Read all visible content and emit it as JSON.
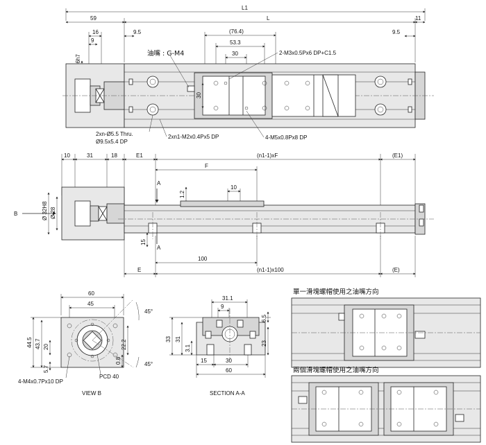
{
  "top_view": {
    "dims": {
      "L1": "L1",
      "L": "L",
      "d59": "59",
      "d11": "11",
      "d16": "16",
      "d9": "9",
      "d9_5_left": "9.5",
      "d9_5_right": "9.5",
      "d76_4": "(76.4)",
      "d53_3": "53.3",
      "d30_h": "30",
      "d30_v": "30",
      "dia6h7": "Ø 6h7"
    },
    "labels": {
      "oil_nipple": "油嘴 : G-M4",
      "m3": "2-M3x0.5Px6 DP+C1.5",
      "thru": "2xn-Ø5.5 Thru.",
      "cbore": "Ø9.5x5.4 DP",
      "m2": "2xn1-M2x0.4Px5 DP",
      "m5": "4-M5x0.8Px8 DP"
    }
  },
  "side_view": {
    "dims": {
      "d10": "10",
      "d31": "31",
      "d18": "18",
      "E1": "E1",
      "n1xF": "(n1-1)xF",
      "E1r": "(E1)",
      "F": "F",
      "d10b": "10",
      "d1_2": "1.2",
      "d32H8": "Ø 32H8",
      "d28": "Ø 28",
      "d15": "15",
      "d100": "100",
      "E": "E",
      "nx100": "(n1-1)x100",
      "Er": "(E)"
    },
    "labels": {
      "A_top": "A",
      "A_bottom": "A",
      "B": "B"
    }
  },
  "view_b": {
    "dims": {
      "d60": "60",
      "d45": "45",
      "deg45_top": "45°",
      "deg45_bot": "45°",
      "d44_5": "44.5",
      "d43_7": "43.7",
      "d20": "20",
      "d5_7": "5.7",
      "d22_2": "22.2",
      "d0_8": "0.8",
      "pcd": "PCD 40"
    },
    "labels": {
      "holes": "4-M4x0.7Px10 DP",
      "caption": "VIEW B"
    }
  },
  "section_aa": {
    "dims": {
      "d31_1": "31.1",
      "d9": "9",
      "d6_5": "6.5",
      "d33": "33",
      "d31": "31",
      "d3_1": "3.1",
      "d23": "23",
      "d15": "15",
      "d30": "30",
      "d60": "60"
    },
    "labels": {
      "caption": "SECTION A-A"
    }
  },
  "insets": {
    "single_title": "單一滑塊螺帽使用之油嘴方向",
    "double_title": "兩個滑塊螺帽使用之油嘴方向"
  }
}
